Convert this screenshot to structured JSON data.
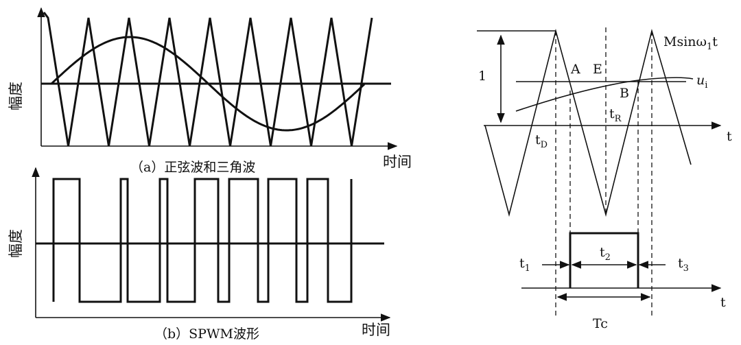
{
  "panel_a": {
    "ylabel": "幅度",
    "xlabel": "时间",
    "caption": "（a）正弦波和三角波"
  },
  "panel_b": {
    "ylabel": "幅度",
    "xlabel": "时间",
    "caption": "（b）SPWM波形"
  },
  "right": {
    "one": "1",
    "sine_label": "Msinω",
    "sine_sub": "1",
    "sine_tail": "t",
    "ui": "u",
    "ui_sub": "i",
    "A": "A",
    "E": "E",
    "B": "B",
    "tD": "t",
    "tD_sub": "D",
    "tR": "t",
    "tR_sub": "R",
    "t_axis": "t",
    "t_axis2": "t",
    "t1": "t",
    "t1_sub": "1",
    "t2": "t",
    "t2_sub": "2",
    "t3": "t",
    "t3_sub": "3",
    "Tc": "Tc"
  },
  "colors": {
    "ink": "#111111",
    "background": "#ffffff"
  }
}
